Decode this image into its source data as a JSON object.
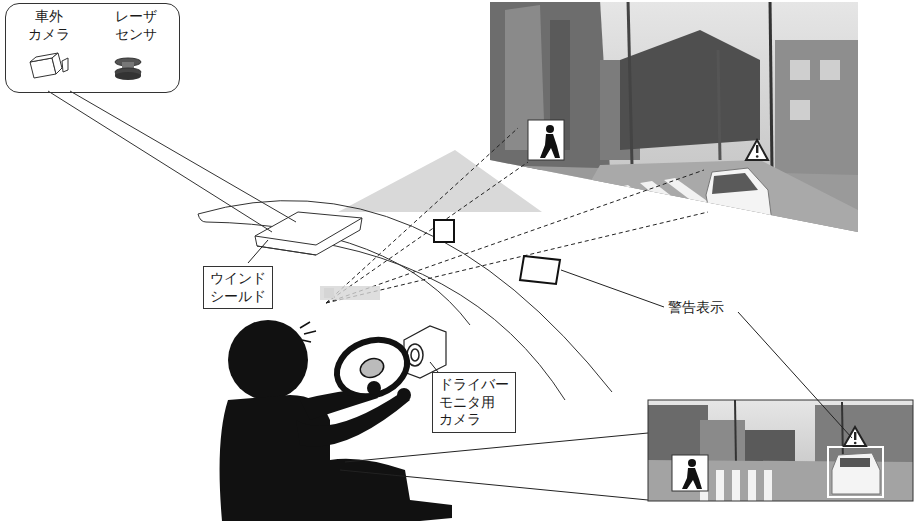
{
  "diagram": {
    "nodes": [
      {
        "text": [
          "車外 カメラ",
          "レーザ センサ"
        ]
      },
      {
        "text": [
          "ウインド シールド"
        ]
      },
      {
        "text": [
          "ドライバー モニタ用 カメラ"
        ]
      }
    ],
    "labels": [
      "警告表示"
    ]
  }
}
